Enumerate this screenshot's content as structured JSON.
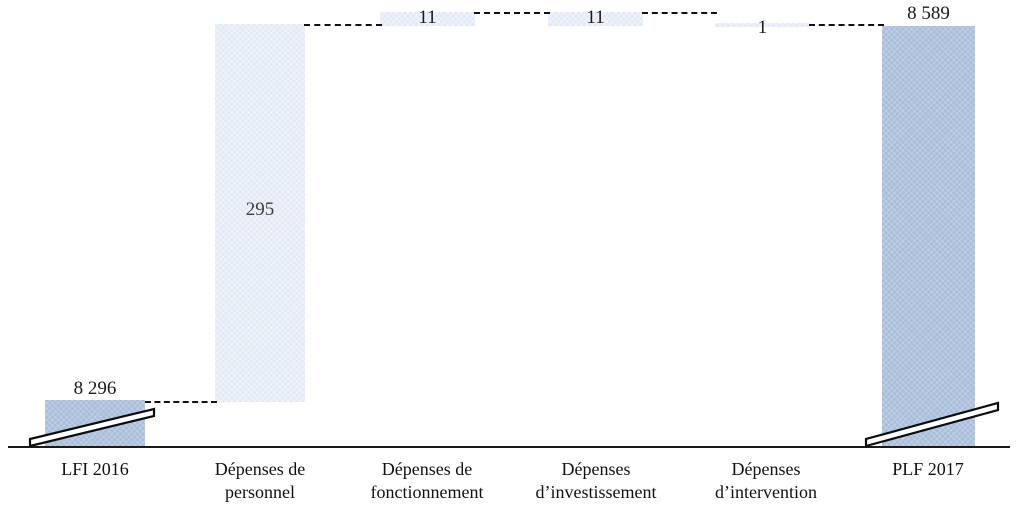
{
  "chart_data": {
    "type": "bar",
    "subtype": "waterfall",
    "title": "",
    "xlabel": "",
    "ylabel": "",
    "grid": false,
    "legend": null,
    "axis_break": true,
    "units": "millions d’euros",
    "categories": [
      "LFI 2016",
      "Dépenses de personnel",
      "Dépenses de fonctionnement",
      "Dépenses d’investissement",
      "Dépenses d’intervention",
      "PLF 2017"
    ],
    "values": [
      8296,
      295,
      11,
      11,
      1,
      8589
    ],
    "value_labels": [
      "8 296",
      "295",
      "11",
      "11",
      "1",
      "8 589"
    ],
    "kinds": [
      "total",
      "delta",
      "delta",
      "delta",
      "delta",
      "total"
    ],
    "cumulative_start": [
      0,
      8296,
      8591,
      8602,
      8613,
      0
    ],
    "cumulative_end": [
      8296,
      8591,
      8602,
      8613,
      8614,
      8589
    ]
  },
  "colors": {
    "total_bar": "#a9bedb",
    "delta_bar": "#e3eaf6",
    "connector": "#111111",
    "axis": "#1a1a1a",
    "text": "#111111",
    "background": "#ffffff"
  },
  "axis": {
    "baseline_visible": true,
    "tick_labels": []
  },
  "categories": [
    {
      "id": "lfi-2016",
      "lines": [
        "LFI 2016"
      ],
      "value_label": "8 296",
      "kind": "total"
    },
    {
      "id": "depenses-personnel",
      "lines": [
        "Dépenses de",
        "personnel"
      ],
      "value_label": "295",
      "kind": "delta"
    },
    {
      "id": "depenses-fonctionnement",
      "lines": [
        "Dépenses de",
        "fonctionnement"
      ],
      "value_label": "11",
      "kind": "delta"
    },
    {
      "id": "depenses-investissement",
      "lines": [
        "Dépenses",
        "d’investissement"
      ],
      "value_label": "11",
      "kind": "delta"
    },
    {
      "id": "depenses-intervention",
      "lines": [
        "Dépenses",
        "d’intervention"
      ],
      "value_label": "1",
      "kind": "delta"
    },
    {
      "id": "plf-2017",
      "lines": [
        "PLF 2017"
      ],
      "value_label": "8 589",
      "kind": "total"
    }
  ]
}
